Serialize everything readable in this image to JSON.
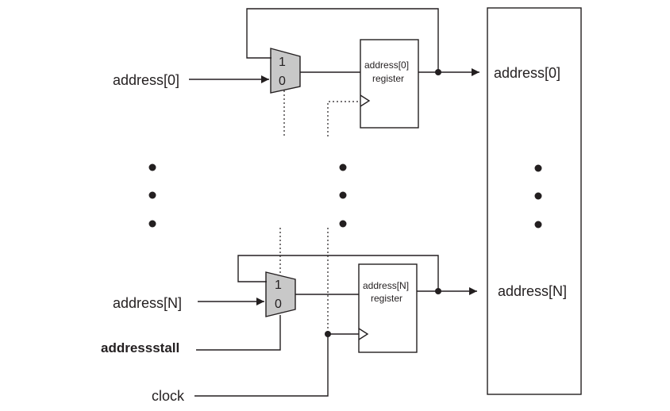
{
  "inputs": {
    "address_0": "address[0]",
    "address_n": "address[N]",
    "addressstall": "addressstall",
    "clock": "clock"
  },
  "muxes": {
    "top": {
      "in1": "1",
      "in0": "0"
    },
    "bottom": {
      "in1": "1",
      "in0": "0"
    }
  },
  "registers": {
    "top": {
      "line1": "address[0]",
      "line2": "register"
    },
    "bottom": {
      "line1": "address[N]",
      "line2": "register"
    }
  },
  "outputs": {
    "address_0": "address[0]",
    "address_n": "address[N]"
  }
}
